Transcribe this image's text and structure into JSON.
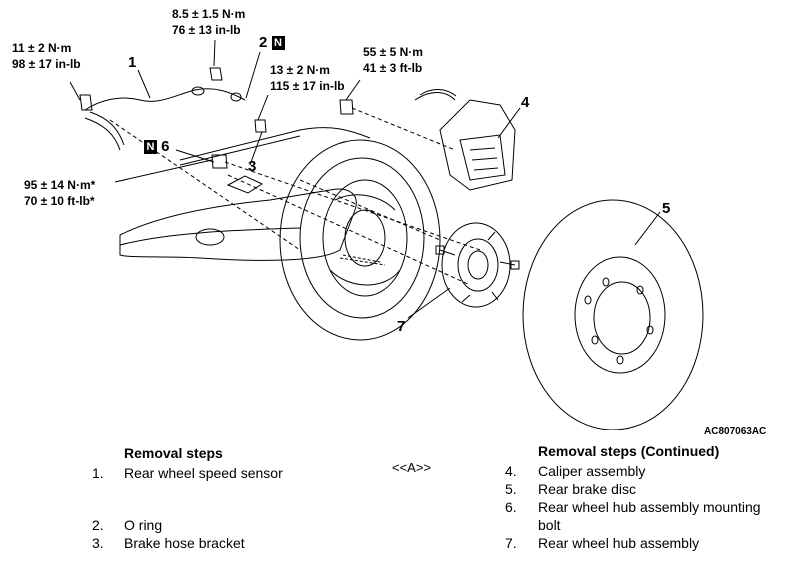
{
  "torques": {
    "t1_a": "11 ± 2 N·m",
    "t1_b": "98 ± 17 in-lb",
    "t2_a": "8.5 ± 1.5 N·m",
    "t2_b": "76 ± 13 in-lb",
    "t3_a": "13 ± 2 N·m",
    "t3_b": "115 ± 17 in-lb",
    "t4_a": "55 ± 5 N·m",
    "t4_b": "41 ± 3 ft-lb",
    "t5_a": "95 ± 14 N·m*",
    "t5_b": "70 ± 10 ft-lb*"
  },
  "callouts": {
    "c1": "1",
    "c2": "2",
    "c2_badge": "N",
    "c3": "3",
    "c4": "4",
    "c5": "5",
    "c6": "6",
    "c6_badge": "N",
    "c7": "7"
  },
  "figure_id": "AC807063AC",
  "removal_left": {
    "heading": "Removal steps",
    "items": [
      {
        "num": "1.",
        "text": "Rear wheel speed sensor"
      },
      {
        "num": "2.",
        "text": "O ring"
      },
      {
        "num": "3.",
        "text": "Brake hose bracket"
      }
    ]
  },
  "procedure_tag": "<<A>>",
  "removal_right": {
    "heading": "Removal steps (Continued)",
    "items": [
      {
        "num": "4.",
        "text": "Caliper assembly"
      },
      {
        "num": "5.",
        "text": "Rear brake disc"
      },
      {
        "num": "6.",
        "text": "Rear wheel hub assembly mounting bolt"
      },
      {
        "num": "7.",
        "text": "Rear wheel hub assembly"
      }
    ]
  }
}
